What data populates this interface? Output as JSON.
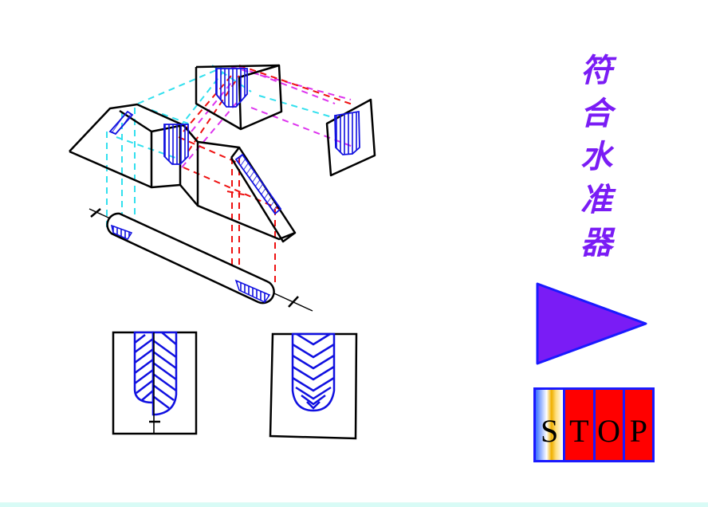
{
  "title": {
    "text": "符合水准器",
    "chars": [
      "符",
      "合",
      "水",
      "准",
      "器"
    ],
    "color": "#7a1cf5"
  },
  "controls": {
    "play_button": {
      "icon": "play-triangle-icon",
      "color": "#7a1cf5",
      "border": "#1a1aff"
    },
    "stop_button": {
      "letters": [
        "S",
        "T",
        "O",
        "P"
      ],
      "background": "#ff0000",
      "border": "#1a1aff"
    }
  },
  "diagram": {
    "description": "Coincidence level prism optical path schematic",
    "line_colors": {
      "outline": "#000000",
      "hatch": "#1010e0",
      "ray_cyan": "#33e0ee",
      "ray_red": "#ee1111",
      "ray_magenta": "#dd33ee"
    },
    "views": [
      "prism-assembly",
      "level-vial",
      "left-bubble-view",
      "right-bubble-view"
    ]
  }
}
